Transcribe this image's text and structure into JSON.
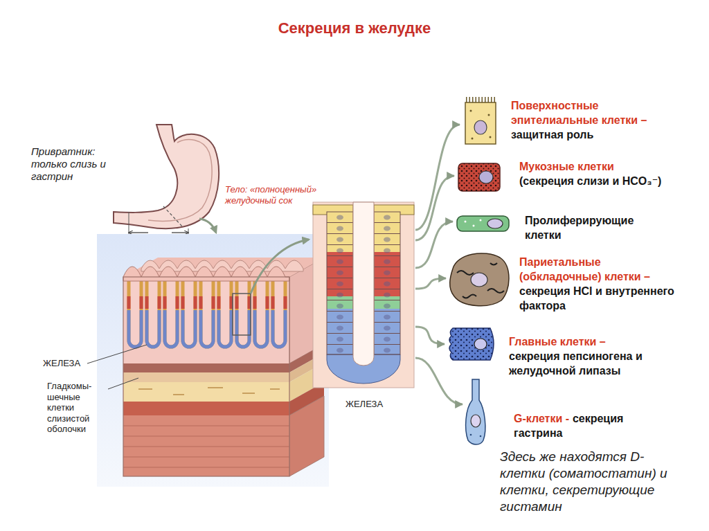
{
  "diagram": {
    "title": "Секреция в желудке",
    "nodes": [
      {
        "text": [
          "ЖЕЛЕЗА"
        ]
      },
      {
        "text": [
          "Поверхностные эпителиальные клетки –",
          "защитная роль"
        ]
      },
      {
        "text": [
          "Мукозные клетки",
          "(секреция слизи и HCO₃⁻)"
        ]
      },
      {
        "text": [
          "Пролиферирующие клетки"
        ]
      },
      {
        "text": [
          "Париетальные (обкладочные) клетки –",
          "секреция HCl и внутреннего фактора"
        ]
      },
      {
        "text": [
          "Главные клетки –",
          "секреция пепсиногена и желудочной липазы"
        ]
      },
      {
        "text": [
          "G-клетки -",
          "секреция гастрина"
        ]
      }
    ],
    "edges": [
      {
        "from": 0,
        "to": 1,
        "arrow": "to"
      },
      {
        "from": 0,
        "to": 2,
        "arrow": "to"
      },
      {
        "from": 0,
        "to": 3,
        "arrow": "to"
      },
      {
        "from": 0,
        "to": 4,
        "arrow": "to"
      },
      {
        "from": 0,
        "to": 5,
        "arrow": "to"
      },
      {
        "from": 0,
        "to": 6,
        "arrow": "to"
      }
    ],
    "labels": [
      "Привратник: только слизь и гастрин",
      "Тело: «полноценный» желудочный сок",
      "ЖЕЛЕЗА",
      "Гладкомы- шечные клетки слизистой оболочки",
      "Здесь же находятся D- клетки (соматостатин) и клетки, секретирующие гистамин"
    ]
  }
}
